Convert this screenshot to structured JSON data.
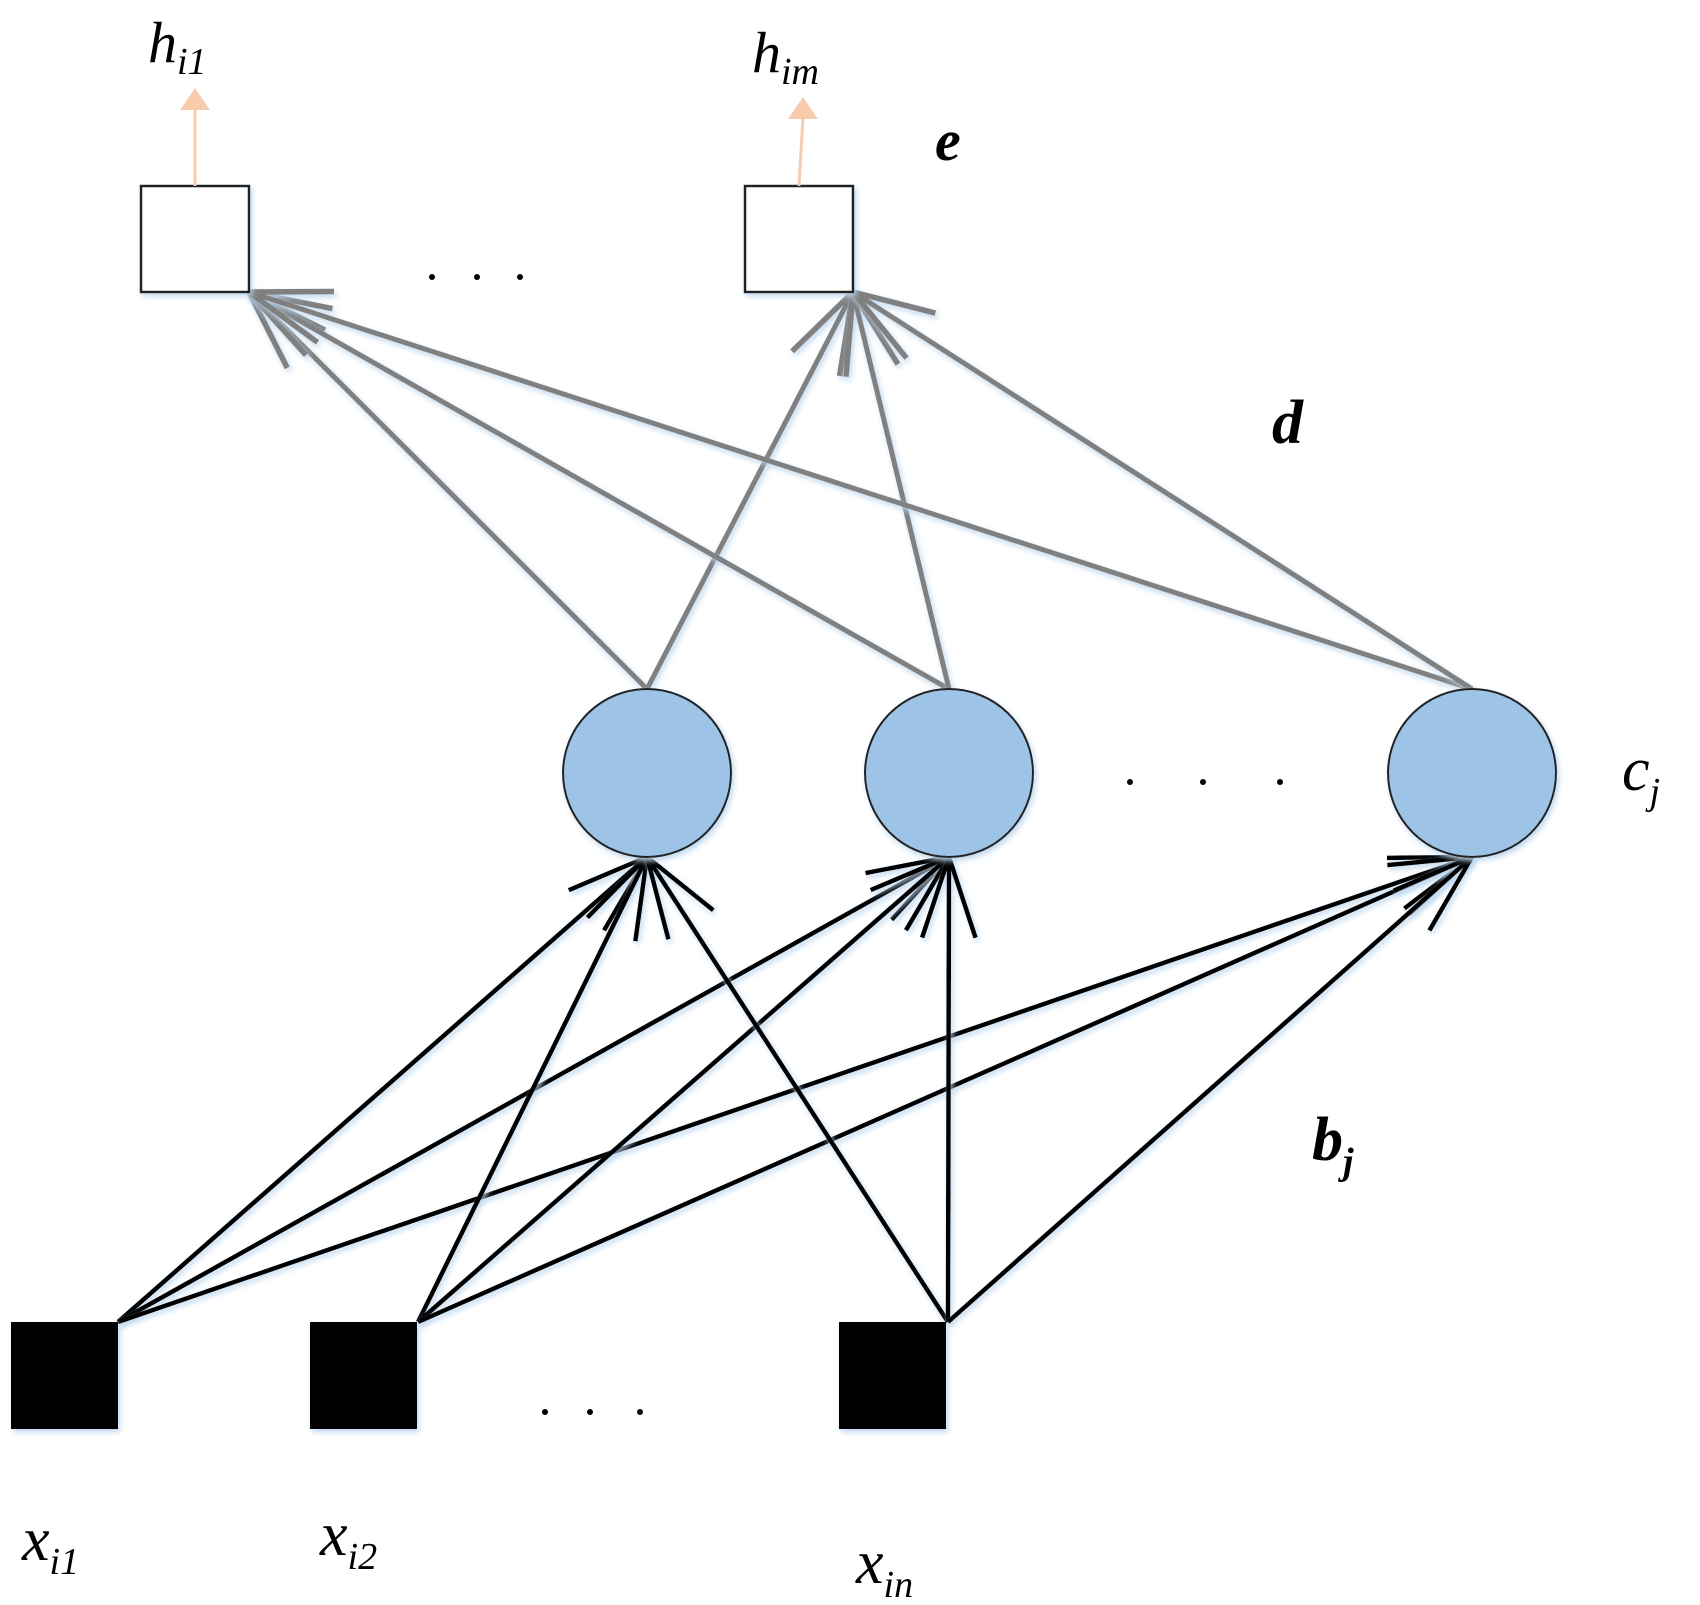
{
  "diagram": {
    "type": "neural-network",
    "colors": {
      "hidden_node_fill": "#9dc3e6",
      "node_stroke": "#222222",
      "input_node_fill": "#000000",
      "output_node_fill": "#ffffff",
      "input_edge_color": "#000000",
      "output_edge_color": "#808080",
      "output_arrow_color": "#f8cbad"
    },
    "layers": {
      "input": {
        "nodes": [
          {
            "id": "x1",
            "label_base": "x",
            "label_sub": "i1"
          },
          {
            "id": "x2",
            "label_base": "x",
            "label_sub": "i2"
          },
          {
            "id": "xn",
            "label_base": "x",
            "label_sub": "in"
          }
        ],
        "ellipsis": ". . ."
      },
      "hidden": {
        "nodes": [
          {
            "id": "c1"
          },
          {
            "id": "c2"
          },
          {
            "id": "c3"
          }
        ],
        "ellipsis": ". . .",
        "label_base": "c",
        "label_sub": "j"
      },
      "output": {
        "nodes": [
          {
            "id": "o1",
            "label_base": "h",
            "label_sub": "i1"
          },
          {
            "id": "om",
            "label_base": "h",
            "label_sub": "im"
          }
        ],
        "ellipsis": ". . ."
      }
    },
    "edges_input_to_hidden": [
      [
        "x1",
        "c1"
      ],
      [
        "x1",
        "c2"
      ],
      [
        "x1",
        "c3"
      ],
      [
        "x2",
        "c1"
      ],
      [
        "x2",
        "c2"
      ],
      [
        "x2",
        "c3"
      ],
      [
        "xn",
        "c1"
      ],
      [
        "xn",
        "c2"
      ],
      [
        "xn",
        "c3"
      ]
    ],
    "edges_hidden_to_output": [
      [
        "c1",
        "o1"
      ],
      [
        "c1",
        "om"
      ],
      [
        "c2",
        "o1"
      ],
      [
        "c2",
        "om"
      ],
      [
        "c3",
        "o1"
      ],
      [
        "c3",
        "om"
      ]
    ],
    "annotations": {
      "b": {
        "base": "b",
        "sub": "j"
      },
      "d": {
        "base": "d"
      },
      "e": {
        "base": "e"
      }
    }
  }
}
